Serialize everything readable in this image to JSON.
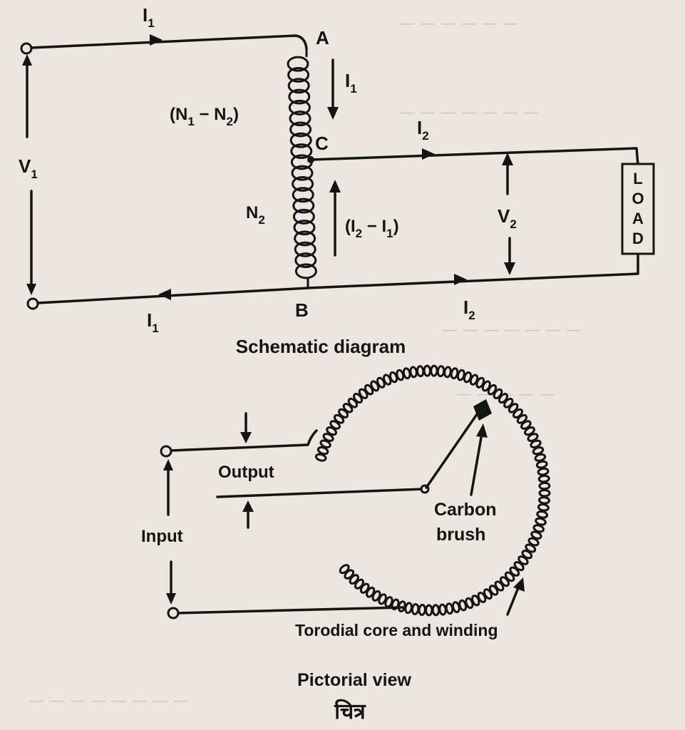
{
  "schematic": {
    "caption": "Schematic diagram",
    "node_a": "A",
    "node_b": "B",
    "node_c": "C",
    "current_i1": "I",
    "current_i1_sub": "1",
    "current_i2": "I",
    "current_i2_sub": "2",
    "voltage_v1": "V",
    "voltage_v1_sub": "1",
    "voltage_v2": "V",
    "voltage_v2_sub": "2",
    "turns_upper_open": "(N",
    "turns_upper_sub1": "1",
    "turns_upper_mid": " − N",
    "turns_upper_sub2": "2",
    "turns_upper_close": ")",
    "turns_lower": "N",
    "turns_lower_sub": "2",
    "current_diff_open": "(I",
    "current_diff_sub1": "2",
    "current_diff_mid": " − I",
    "current_diff_sub2": "1",
    "current_diff_close": ")",
    "load_letters": [
      "L",
      "O",
      "A",
      "D"
    ]
  },
  "pictorial": {
    "caption": "Pictorial view",
    "output_label": "Output",
    "input_label": "Input",
    "brush_label_line1": "Carbon",
    "brush_label_line2": "brush",
    "core_label": "Torodial core and winding"
  },
  "figure_label": "चित्र"
}
